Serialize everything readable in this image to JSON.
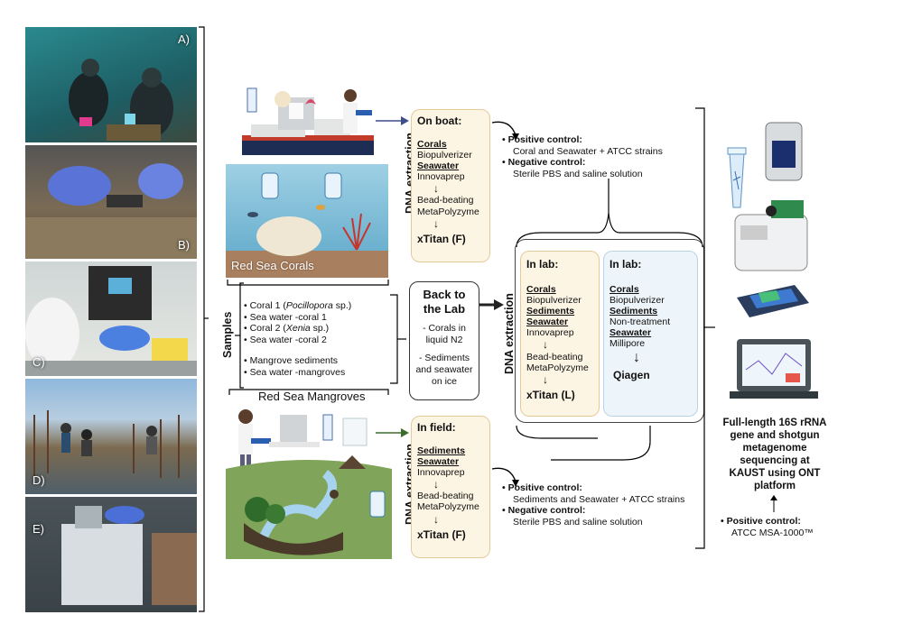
{
  "photos": [
    {
      "label": "A)"
    },
    {
      "label": "B)"
    },
    {
      "label": "C)"
    },
    {
      "label": "D)"
    },
    {
      "label": "E)"
    }
  ],
  "samples_label": "Samples",
  "samples_coral": [
    "Coral 1 (",
    "Pocillopora",
    " sp.)",
    "Sea water -coral 1",
    "Coral 2 (",
    "Xenia",
    " sp.)",
    "Sea water -coral 2"
  ],
  "samples_mangrove": [
    "Mangrove sediments",
    "Sea water -mangroves"
  ],
  "red_sea_corals": "Red Sea Corals",
  "red_sea_mangroves": "Red Sea Mangroves",
  "dna_extraction": "DNA extraction",
  "on_boat": {
    "header": "On boat:",
    "corals": "Corals",
    "biopulverizer": "Biopulverizer",
    "seawater": "Seawater",
    "innovaprep": "Innovaprep",
    "arrow": "↓",
    "bead": "Bead-beating",
    "metapoly": "MetaPolyzyme",
    "xtitan": "xTitan (F)"
  },
  "back_to_lab": {
    "title1": "Back to",
    "title2": "the Lab",
    "item1": "- Corals in",
    "item1b": "liquid N2",
    "item2": "- Sediments",
    "item2b": "and seawater",
    "item2c": "on ice"
  },
  "in_lab_1": {
    "header": "In lab:",
    "corals": "Corals",
    "biopulverizer": "Biopulverizer",
    "sediments": "Sediments",
    "seawater": "Seawater",
    "innovaprep": "Innovaprep",
    "bead": "Bead-beating",
    "metapoly": "MetaPolyzyme",
    "xtitan": "xTitan (L)"
  },
  "in_lab_2": {
    "header": "In lab:",
    "corals": "Corals",
    "biopulverizer": "Biopulverizer",
    "sediments": "Sediments",
    "nontreat": "Non-treatment",
    "seawater": "Seawater",
    "millipore": "Millipore",
    "qiagen": "Qiagen"
  },
  "in_field": {
    "header": "In field:",
    "sediments": "Sediments",
    "seawater": "Seawater",
    "innovaprep": "Innovaprep",
    "bead": "Bead-beating",
    "metapoly": "MetaPolyzyme",
    "xtitan": "xTitan (F)"
  },
  "controls_top": {
    "pos_label": "Positive control:",
    "pos_text": "Coral and Seawater + ATCC strains",
    "neg_label": "Negative control:",
    "neg_text": "Sterile PBS and saline solution"
  },
  "controls_bottom": {
    "pos_label": "Positive control:",
    "pos_text": "Sediments and Seawater + ATCC strains",
    "neg_label": "Negative control:",
    "neg_text": "Sterile PBS and saline solution"
  },
  "sequencing": {
    "line1": "Full-length 16S rRNA",
    "line2": "gene and shotgun",
    "line3": "metagenome",
    "line4": "sequencing at",
    "line5": "KAUST using ONT",
    "line6": "platform",
    "pos_label": "Positive control:",
    "pos_text": "ATCC MSA-1000™"
  },
  "colors": {
    "step_fill": "#fdf5e4",
    "step_border": "#e6c99a",
    "lab2_fill": "#eef5fa",
    "lab2_border": "#b9d3e3",
    "arrow_blue": "#3d4f8a",
    "arrow_green": "#3c6e2a",
    "ocean": "#5aa6c8",
    "sand": "#a9805f"
  }
}
